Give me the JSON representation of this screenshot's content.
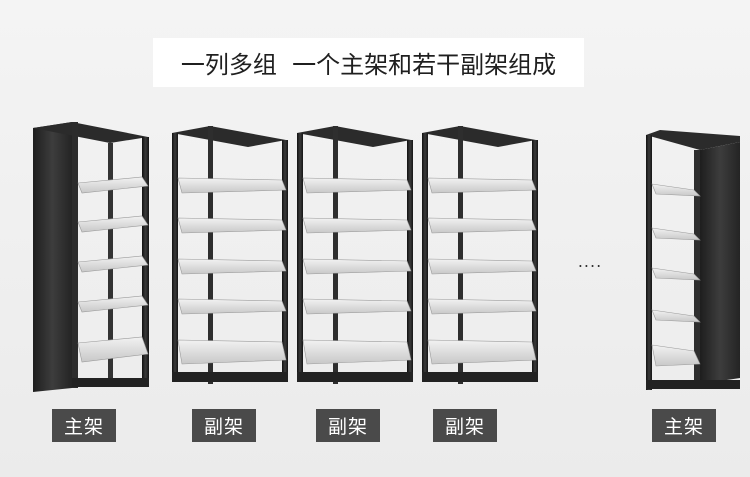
{
  "title": "一列多组  一个主架和若干副架组成",
  "labels": {
    "main1": "主架",
    "sub1": "副架",
    "sub2": "副架",
    "sub3": "副架",
    "main2": "主架"
  },
  "ellipsis": "....",
  "colors": {
    "frame": "#2a2a2a",
    "shelf": "#d9d9d9",
    "label_bg": "#4a4a4a",
    "background": "#f0f0f0"
  }
}
